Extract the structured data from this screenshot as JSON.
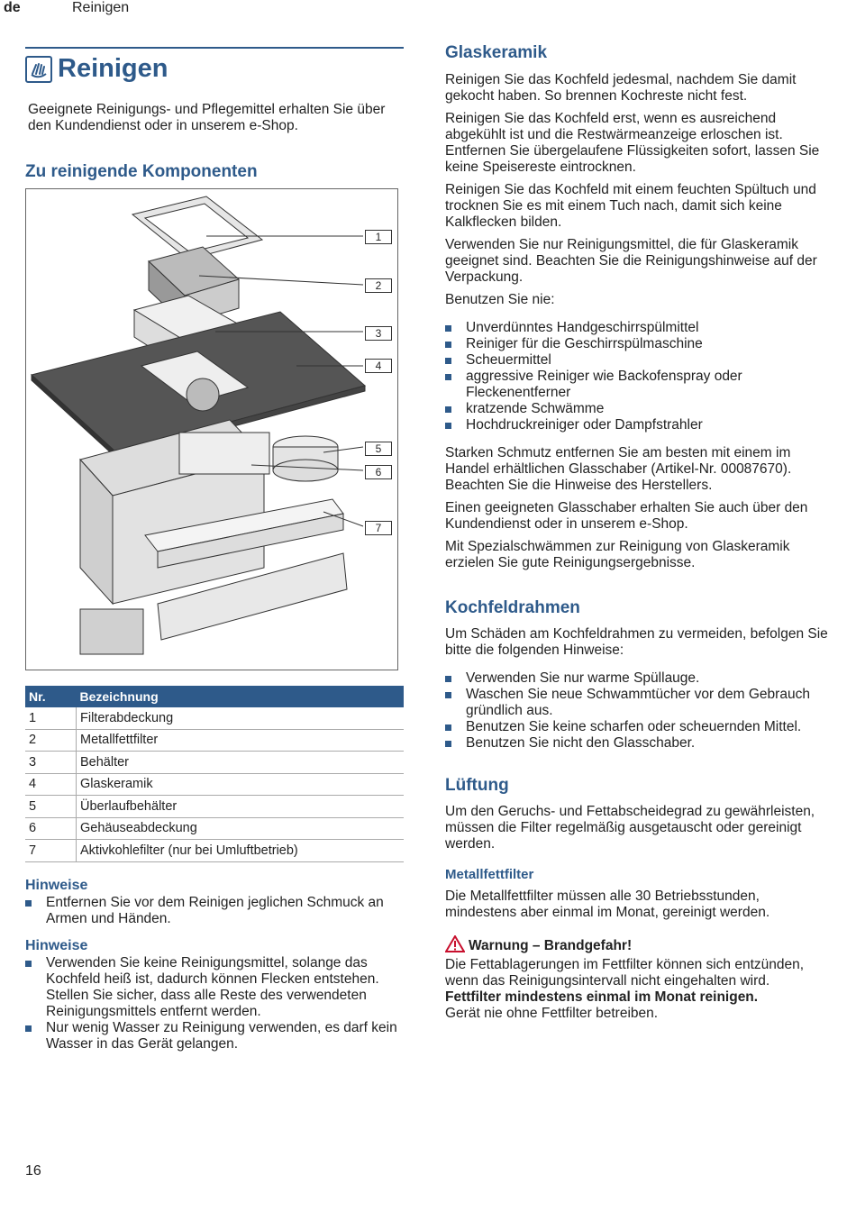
{
  "header": {
    "lang": "de",
    "section": "Reinigen"
  },
  "title": "Reinigen",
  "intro": "Geeignete Reinigungs- und Pflegemittel erhalten Sie über den Kundendienst oder in unserem e-Shop.",
  "components_heading": "Zu reinigende Komponenten",
  "callouts": [
    "1",
    "2",
    "3",
    "4",
    "5",
    "6",
    "7"
  ],
  "parts_table": {
    "headers": [
      "Nr.",
      "Bezeichnung"
    ],
    "rows": [
      [
        "1",
        "Filterabdeckung"
      ],
      [
        "2",
        "Metallfettfilter"
      ],
      [
        "3",
        "Behälter"
      ],
      [
        "4",
        "Glaskeramik"
      ],
      [
        "5",
        "Überlaufbehälter"
      ],
      [
        "6",
        "Gehäuseabdeckung"
      ],
      [
        "7",
        "Aktivkohlefilter (nur bei Umluftbetrieb)"
      ]
    ]
  },
  "notes1": {
    "heading": "Hinweise",
    "items": [
      "Entfernen Sie vor dem Reinigen jeglichen Schmuck an Armen und Händen."
    ]
  },
  "notes2": {
    "heading": "Hinweise",
    "items": [
      "Verwenden Sie keine Reinigungsmittel, solange das Kochfeld heiß ist, dadurch können Flecken entstehen. Stellen Sie sicher, dass alle Reste des verwendeten Reinigungsmittels entfernt werden.",
      "Nur wenig Wasser zu Reinigung verwenden, es darf kein Wasser in das Gerät gelangen."
    ]
  },
  "glaskeramik": {
    "heading": "Glaskeramik",
    "p1": "Reinigen Sie das Kochfeld jedesmal, nachdem Sie damit gekocht haben. So brennen Kochreste nicht fest.",
    "p2": "Reinigen Sie das Kochfeld erst, wenn es ausreichend abgekühlt ist und die Restwärmeanzeige erloschen ist. Entfernen Sie übergelaufene Flüssigkeiten sofort, lassen Sie keine Speisereste eintrocknen.",
    "p3": "Reinigen Sie das Kochfeld mit einem feuchten Spültuch und trocknen Sie es mit einem Tuch nach, damit sich keine Kalkflecken bilden.",
    "p4": "Verwenden Sie nur Reinigungsmittel, die für Glaskeramik geeignet sind. Beachten Sie die Reinigungshinweise auf der Verpackung.",
    "p5": "Benutzen Sie nie:",
    "never": [
      "Unverdünntes Handgeschirrspülmittel",
      "Reiniger für die Geschirrspülmaschine",
      "Scheuermittel",
      "aggressive Reiniger wie Backofenspray oder Fleckenentferner",
      "kratzende Schwämme",
      "Hochdruckreiniger oder Dampfstrahler"
    ],
    "p6": "Starken Schmutz entfernen Sie am besten mit einem im Handel erhältlichen Glasschaber (Artikel-Nr. 00087670). Beachten Sie die Hinweise des Herstellers.",
    "p7": "Einen geeigneten Glasschaber erhalten Sie auch über den Kundendienst oder in unserem e-Shop.",
    "p8": "Mit Spezialschwämmen zur Reinigung von Glaskeramik erzielen Sie gute Reinigungsergebnisse."
  },
  "kochfeldrahmen": {
    "heading": "Kochfeldrahmen",
    "p1": "Um Schäden am Kochfeldrahmen zu vermeiden, befolgen Sie bitte die folgenden Hinweise:",
    "items": [
      "Verwenden Sie nur warme Spüllauge.",
      "Waschen Sie neue Schwammtücher vor dem Gebrauch gründlich aus.",
      "Benutzen Sie keine scharfen oder scheuernden Mittel.",
      "Benutzen Sie nicht den Glasschaber."
    ]
  },
  "lueftung": {
    "heading": "Lüftung",
    "p1": "Um den Geruchs- und Fettabscheidegrad zu gewährleisten, müssen die Filter regelmäßig ausgetauscht oder gereinigt werden.",
    "sub": "Metallfettfilter",
    "p2": "Die Metallfettfilter müssen alle 30 Betriebsstunden, mindestens aber einmal im Monat, gereinigt werden.",
    "warn_title": "Warnung – Brandgefahr!",
    "warn_text": "Die Fettablagerungen im Fettfilter können sich entzünden, wenn das Reinigungsintervall nicht eingehalten wird.",
    "warn_bold": "Fettfilter mindestens einmal im Monat reinigen.",
    "warn_last": "Gerät nie ohne Fettfilter betreiben."
  },
  "page_number": "16",
  "colors": {
    "accent": "#2e5a8a",
    "warning": "#c8102e"
  }
}
